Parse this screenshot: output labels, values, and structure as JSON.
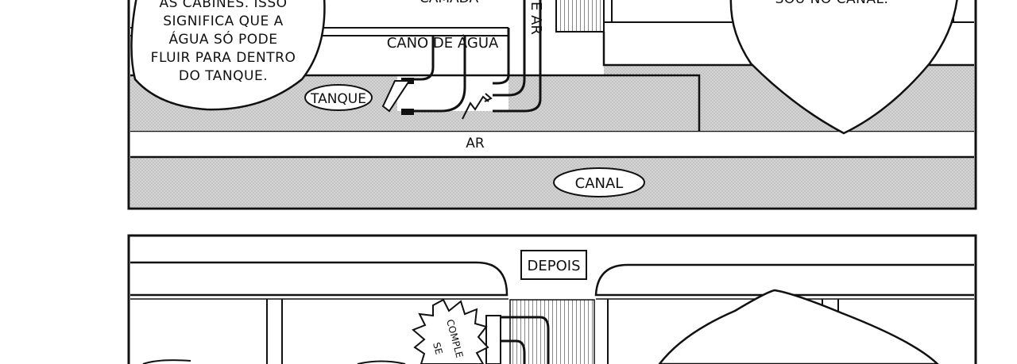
{
  "panel_top": {
    "bubble_left_lines": [
      "AS CABINES. ISSO",
      "SIGNIFICA QUE A",
      "ÁGUA SÓ PODE",
      "FLUIR PARA DENTRO",
      "DO TANQUE."
    ],
    "bubble_right_line": "SOU NO CANAL.",
    "top_fragment": "CAMADA",
    "pipe_label": "CANO DE ÁGUA",
    "vertical_label": "E AR",
    "tank_label": "TANQUE",
    "air_label": "AR",
    "canal_label": "CANAL"
  },
  "panel_bottom": {
    "caption": "DEPOIS",
    "burst_text_1": "COMPLE",
    "burst_text_2": "SE"
  },
  "colors": {
    "ink": "#111111",
    "gray_fill": "#cfcfcf",
    "paper": "#ffffff"
  }
}
